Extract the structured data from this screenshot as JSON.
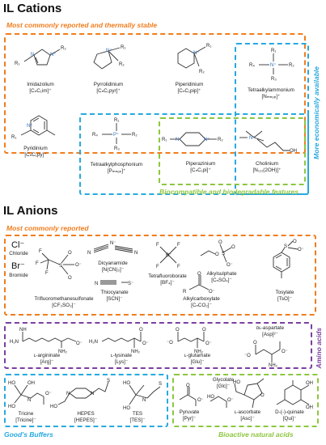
{
  "headings": {
    "cations": "IL Cations",
    "anions": "IL Anions"
  },
  "captions": {
    "common_stable": "Most commonly reported and thermally stable",
    "economic": "More economically available",
    "biocompatible": "Biocompatible and biodegradable features",
    "anions_common": "Most commonly reported",
    "amino": "Amino acids",
    "goods": "Good's Buffers",
    "natural": "Bioactive natural acids"
  },
  "colors": {
    "orange": "#f07d1e",
    "blue": "#26a9e0",
    "green": "#8cc63f",
    "purple": "#7b3fa0"
  },
  "cations": {
    "imidazolium": {
      "name": "Imidazolium",
      "abbr": "[CₙC₁im]⁺"
    },
    "pyrrolidinium": {
      "name": "Pyrrolidinium",
      "abbr": "[CₙC₁pyr]⁺"
    },
    "piperidinium": {
      "name": "Piperidinium",
      "abbr": "[CₙC₁pip]⁺"
    },
    "tetraalkylammonium": {
      "name": "Tetraalkylammonium",
      "abbr": "[Nₘₙₒₚ]⁺"
    },
    "pyridinium": {
      "name": "Pyridinium",
      "abbr": "[CₙC₁py]⁺"
    },
    "tetraalkylphosphonium": {
      "name": "Tetraalkylphosphonium",
      "abbr": "[Pₘₙₒₚ]⁺"
    },
    "piperazinium": {
      "name": "Piperazinium",
      "abbr": "[CₙC₁pi]⁺"
    },
    "cholinium": {
      "name": "Cholinium",
      "abbr": "[N₁₁₁(2OH)]⁺"
    }
  },
  "anions": {
    "chloride_sym": "Cl⁻",
    "chloride": "Chloride",
    "bromide_sym": "Br⁻",
    "bromide": "Bromide",
    "triflate": {
      "name": "Trifluoromethanesulfonate",
      "abbr": "[CF₃SO₃]⁻"
    },
    "dicyanamide": {
      "name": "Dicyanamide",
      "abbr": "[N(CN)₂]⁻"
    },
    "thiocyanate": {
      "name": "Thiocyanate",
      "abbr": "[SCN]⁻"
    },
    "tetrafluoroborate": {
      "name": "Tetrafluoroborate",
      "abbr": "[BF₄]⁻"
    },
    "alkylcarboxylate": {
      "name": "Alkylcarboxylate",
      "abbr": "[CₙCO₂]⁻"
    },
    "alkylsulphate": {
      "name": "Alkylsulphate",
      "abbr": "[CₙSO₄]⁻"
    },
    "tosylate": {
      "name": "Tosylate",
      "abbr": "[TsO]⁻"
    }
  },
  "amino_acids": {
    "arginate": {
      "name": "ʟ-argininate",
      "abbr": "[Arg]⁻"
    },
    "lysinate": {
      "name": "ʟ-lysinate",
      "abbr": "[Lys]⁻"
    },
    "glutamate": {
      "name": "ʟ-glutamate",
      "abbr": "[Glu]⁻"
    },
    "aspartate": {
      "name": "ᴅʟ-aspartate",
      "abbr": "[Asp]²⁻"
    }
  },
  "buffers": {
    "tricine": {
      "name": "Tricine",
      "abbr": "[Tricine]⁻"
    },
    "hepes": {
      "name": "HEPES",
      "abbr": "[HEPES]⁻"
    },
    "tes": {
      "name": "TES",
      "abbr": "[TES]⁻"
    }
  },
  "natural_acids": {
    "pyruvate": {
      "name": "Pyruvate",
      "abbr": "[Pyr]⁻"
    },
    "glycolate": {
      "name": "Glycolate",
      "abbr": "[Glc]⁻"
    },
    "ascorbate": {
      "name": "ʟ-ascorbate",
      "abbr": "[Asc]⁻"
    },
    "quinate": {
      "name": "D-(-)-quinate",
      "abbr": "[Qui]⁻"
    }
  }
}
